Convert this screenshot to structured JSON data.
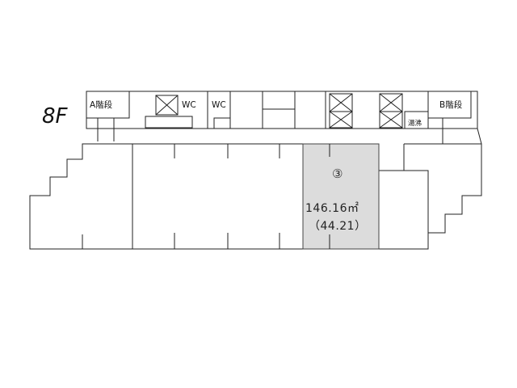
{
  "floor": {
    "label": "8F"
  },
  "stairs": {
    "a": "A階段",
    "b": "B階段"
  },
  "restrooms": {
    "left": "WC",
    "right": "WC"
  },
  "kitchenette": "湯沸",
  "highlighted_unit": {
    "number": "③",
    "area_sqm": "146.16㎡",
    "area_tsubo": "（44.21）",
    "fill_color": "#dcdcdc"
  }
}
